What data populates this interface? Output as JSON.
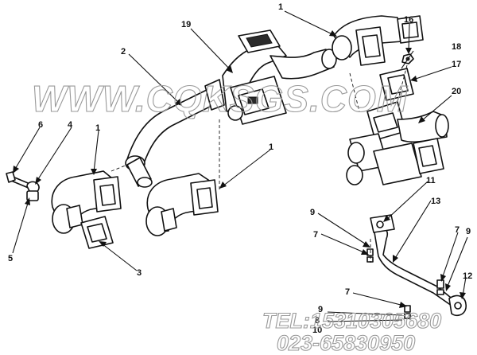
{
  "watermark": {
    "site": "WWW.CQKSGS.COM",
    "tel": "TEL:15310305680",
    "phone": "023-65830950"
  },
  "callouts": [
    "1",
    "2",
    "3",
    "4",
    "5",
    "6",
    "7",
    "8",
    "9",
    "10",
    "11",
    "12",
    "13",
    "16",
    "17",
    "18",
    "19",
    "20"
  ],
  "colors": {
    "line": "#111111",
    "watermark": "#9a9a9a",
    "background": "#ffffff"
  }
}
